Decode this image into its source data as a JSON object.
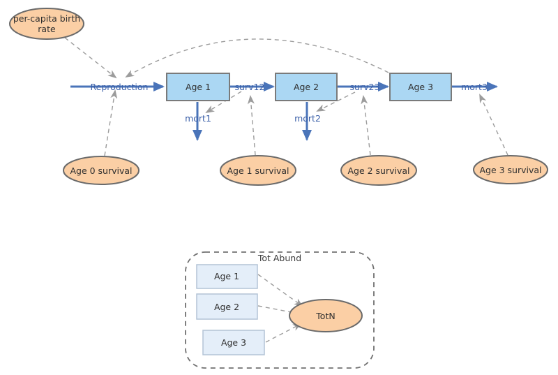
{
  "colors": {
    "stock_fill": "#abd7f3",
    "stock_border": "#7a7a7a",
    "variable_fill": "#fbcfa5",
    "variable_border": "#6a6a6a",
    "flow_blue": "#4a74b9",
    "flow_label_blue": "#3a5fa8",
    "influence_gray": "#9c9c9c",
    "group_item_fill": "#e4eef9",
    "group_item_border": "#b3c3d6",
    "group_border": "#707070",
    "background": "#ffffff"
  },
  "stocks": [
    {
      "label": "Age 1"
    },
    {
      "label": "Age 2"
    },
    {
      "label": "Age 3"
    }
  ],
  "flows": {
    "reproduction": "Reproduction",
    "surv12": "surv12",
    "surv23": "surv23",
    "mort1": "mort1",
    "mort2": "mort2",
    "mort3": "mort3"
  },
  "variables": {
    "per_capita_birth_rate": {
      "line1": "per-capita birth",
      "line2": "rate"
    },
    "age0_survival": "Age 0 survival",
    "age1_survival": "Age 1 survival",
    "age2_survival": "Age 2 survival",
    "age3_survival": "Age 3 survival"
  },
  "tot_abund_group": {
    "title": "Tot Abund",
    "items": [
      {
        "label": "Age 1"
      },
      {
        "label": "Age 2"
      },
      {
        "label": "Age 3"
      }
    ],
    "target": "TotN"
  }
}
